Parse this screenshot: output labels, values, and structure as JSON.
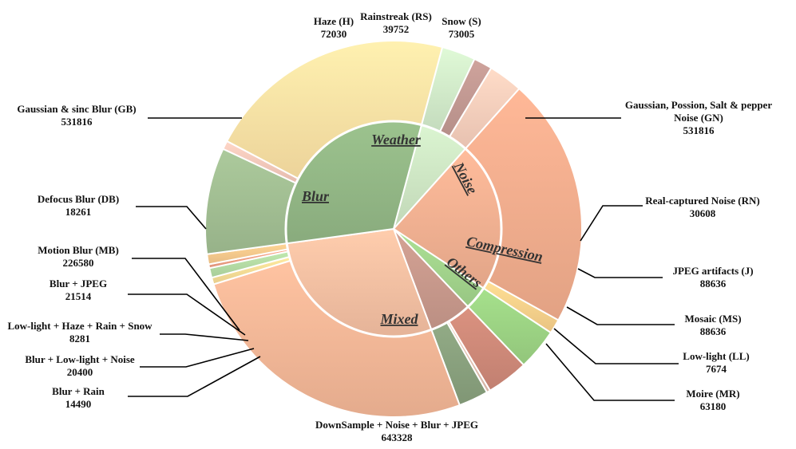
{
  "chart_data": {
    "type": "pie",
    "title": "",
    "inner_ring": [
      {
        "name": "Weather",
        "value": 184787,
        "color": "#cfe7c5"
      },
      {
        "name": "Noise",
        "value": 562424,
        "color": "#f3b192"
      },
      {
        "name": "Compression",
        "value": 88636,
        "color": "#a3d58d"
      },
      {
        "name": "Others",
        "value": 159490,
        "color": "#c99a8d"
      },
      {
        "name": "Mixed",
        "value": 708013,
        "color": "#f6c1a3"
      },
      {
        "name": "Blur",
        "value": 776657,
        "color": "#93b886"
      }
    ],
    "outer_ring": [
      {
        "label": "Haze (H)",
        "value": 72030,
        "color": "#d3eccb"
      },
      {
        "label": "Rainstreak (RS)",
        "value": 39752,
        "color": "#c39a93"
      },
      {
        "label": "Snow (S)",
        "value": 73005,
        "color": "#f8d0bd"
      },
      {
        "label": "Gaussian, Possion, Salt & pepper Noise (GN)",
        "value": 531816,
        "color": "#f3ae8e"
      },
      {
        "label": "Real-captured Noise (RN)",
        "value": 30608,
        "color": "#fbd28c"
      },
      {
        "label": "JPEG artifacts (J)",
        "value": 88636,
        "color": "#9dd484"
      },
      {
        "label": "Mosaic (MS)",
        "value": 88636,
        "color": "#cf8a79"
      },
      {
        "label": "Low-light (LL)",
        "value": 7674,
        "color": "#e3c1b0"
      },
      {
        "label": "Moire (MR)",
        "value": 63180,
        "color": "#8aa17e"
      },
      {
        "label": "DownSample + Noise + Blur + JPEG",
        "value": 643328,
        "color": "#f5b898"
      },
      {
        "label": "Blur + Rain",
        "value": 14490,
        "color": "#f9de96"
      },
      {
        "label": "Blur + Low-light + Noise",
        "value": 20400,
        "color": "#b5dca5"
      },
      {
        "label": "Low-light + Haze + Rain + Snow",
        "value": 8281,
        "color": "#ef9f84"
      },
      {
        "label": "Blur + JPEG",
        "value": 21514,
        "color": "#f8c98d"
      },
      {
        "label": "Motion Blur (MB)",
        "value": 226580,
        "color": "#a2bf93"
      },
      {
        "label": "Defocus Blur (DB)",
        "value": 18261,
        "color": "#f6cabc"
      },
      {
        "label": "Gaussian & sinc Blur (GB)",
        "value": 531816,
        "color": "#fee3a6"
      }
    ],
    "legend": "none"
  }
}
